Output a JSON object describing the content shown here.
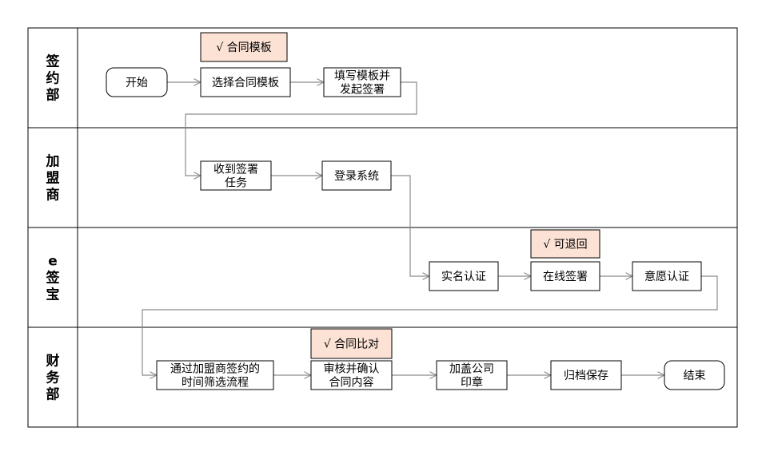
{
  "lanes": [
    {
      "id": "lane-1",
      "label": "签\n约\n部"
    },
    {
      "id": "lane-2",
      "label": "加\n盟\n商"
    },
    {
      "id": "lane-3",
      "label": "e\n签\n宝"
    },
    {
      "id": "lane-4",
      "label": "财\n务\n部"
    }
  ],
  "nodes": [
    {
      "id": "start",
      "label": "开始",
      "shape": "terminal"
    },
    {
      "id": "select",
      "label": "选择合同模板",
      "shape": "process"
    },
    {
      "id": "fill",
      "label": "填写模板并\n发起签署",
      "shape": "process"
    },
    {
      "id": "receive",
      "label": "收到签署\n任务",
      "shape": "process"
    },
    {
      "id": "login",
      "label": "登录系统",
      "shape": "process"
    },
    {
      "id": "realname",
      "label": "实名认证",
      "shape": "process"
    },
    {
      "id": "online-sign",
      "label": "在线签署",
      "shape": "process"
    },
    {
      "id": "intent",
      "label": "意愿认证",
      "shape": "process"
    },
    {
      "id": "filter",
      "label": "通过加盟商签约的\n时间筛选流程",
      "shape": "process"
    },
    {
      "id": "review",
      "label": "审核并确认\n合同内容",
      "shape": "process"
    },
    {
      "id": "seal",
      "label": "加盖公司\n印章",
      "shape": "process"
    },
    {
      "id": "archive",
      "label": "归档保存",
      "shape": "process"
    },
    {
      "id": "end",
      "label": "结束",
      "shape": "terminal"
    }
  ],
  "notes": [
    {
      "id": "note-template",
      "label": "√ 合同模板",
      "attached_to": "select"
    },
    {
      "id": "note-return",
      "label": "√ 可退回",
      "attached_to": "online-sign"
    },
    {
      "id": "note-compare",
      "label": "√ 合同比对",
      "attached_to": "review"
    }
  ],
  "edges": [
    {
      "from": "start",
      "to": "select"
    },
    {
      "from": "select",
      "to": "fill"
    },
    {
      "from": "fill",
      "to": "receive"
    },
    {
      "from": "receive",
      "to": "login"
    },
    {
      "from": "login",
      "to": "realname"
    },
    {
      "from": "realname",
      "to": "online-sign"
    },
    {
      "from": "online-sign",
      "to": "intent"
    },
    {
      "from": "intent",
      "to": "filter"
    },
    {
      "from": "filter",
      "to": "review"
    },
    {
      "from": "review",
      "to": "seal"
    },
    {
      "from": "seal",
      "to": "archive"
    },
    {
      "from": "archive",
      "to": "end"
    }
  ],
  "colors": {
    "note_fill": "#fbe2d4",
    "edge": "#8c8c8c",
    "border": "#000000"
  }
}
